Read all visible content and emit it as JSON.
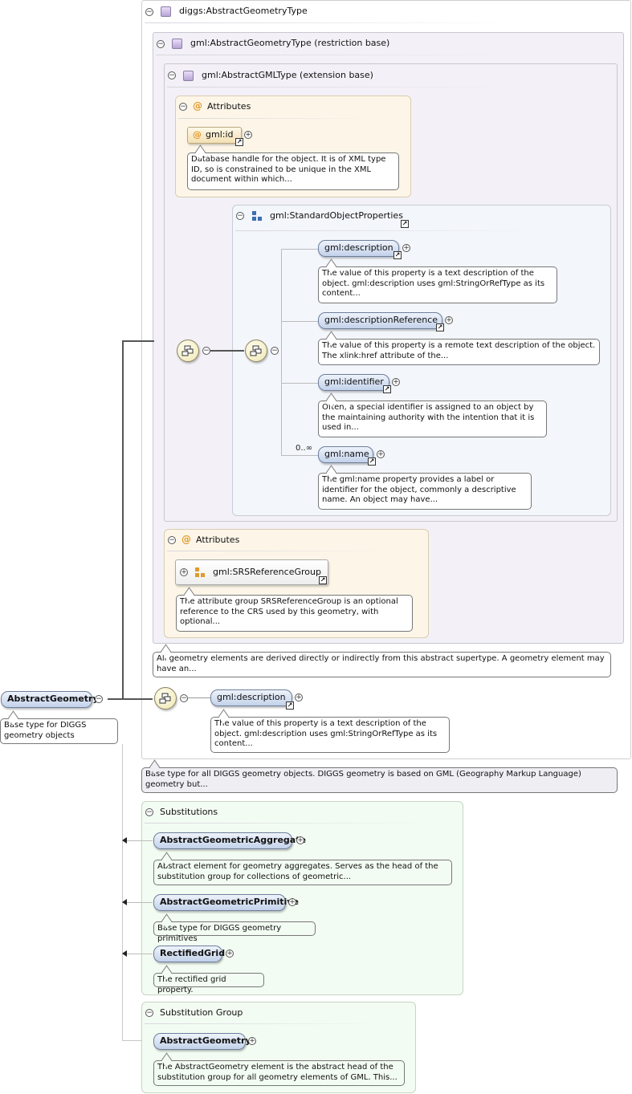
{
  "root": {
    "name": "AbstractGeometry",
    "doc": "Base type for DIGGS geometry objects"
  },
  "type_panel": {
    "title": "diggs:AbstractGeometryType",
    "doc": "Base type for all DIGGS geometry objects. DIGGS geometry is based on GML (Geography Markup Language) geometry but..."
  },
  "restriction_panel": {
    "title": "gml:AbstractGeometryType (restriction base)",
    "doc": "All geometry elements are derived directly or indirectly from this abstract supertype. A geometry element may have an..."
  },
  "extension_panel": {
    "title": "gml:AbstractGMLType (extension base)"
  },
  "attributes1": {
    "title": "Attributes",
    "attr_name": "gml:id",
    "attr_doc": "Database handle for the object. It is of XML type ID, so is constrained to be unique in the XML document within which..."
  },
  "standard_props": {
    "title": "gml:StandardObjectProperties",
    "elements": [
      {
        "name": "gml:description",
        "doc": "The value of this property is a text description of the object. gml:description uses gml:StringOrRefType as its content..."
      },
      {
        "name": "gml:descriptionReference",
        "doc": "The value of this property is a remote text description of the object. The xlink:href attribute of the..."
      },
      {
        "name": "gml:identifier",
        "doc": "Often, a special identifier is assigned to an object by the maintaining authority with the intention that it is used in..."
      },
      {
        "name": "gml:name",
        "doc": "The gml:name property provides a label or identifier for the object, commonly a descriptive name. An object may have..."
      }
    ],
    "name_occurrence": "0..∞"
  },
  "attributes2": {
    "title": "Attributes",
    "group_name": "gml:SRSReferenceGroup",
    "group_doc": "The attribute group SRSReferenceGroup is an optional reference to the CRS used by this geometry, with optional..."
  },
  "type_sequence": {
    "element": "gml:description",
    "doc": "The value of this property is a text description of the object. gml:description uses gml:StringOrRefType as its content..."
  },
  "substitutions": {
    "title": "Substitutions",
    "items": [
      {
        "name": "AbstractGeometricAggregate",
        "doc": "Abstract element for geometry aggregates. Serves as the head of the substitution group for collections of geometric..."
      },
      {
        "name": "AbstractGeometricPrimitive",
        "doc": "Base type for DIGGS geometry primitives"
      },
      {
        "name": "RectifiedGrid",
        "doc": "The rectified grid property."
      }
    ]
  },
  "substitution_group": {
    "title": "Substitution Group",
    "name": "AbstractGeometry",
    "doc": "The AbstractGeometry element is the abstract head of the substitution group for all geometry elements of GML. This..."
  },
  "colors": {
    "element_fill": "#c3d2ea",
    "attribute_fill": "#fdf6e8",
    "substitution_fill": "#f3fcf2",
    "type_fill": "#f3f1f7",
    "sequence_fill": "#efe6b0"
  }
}
